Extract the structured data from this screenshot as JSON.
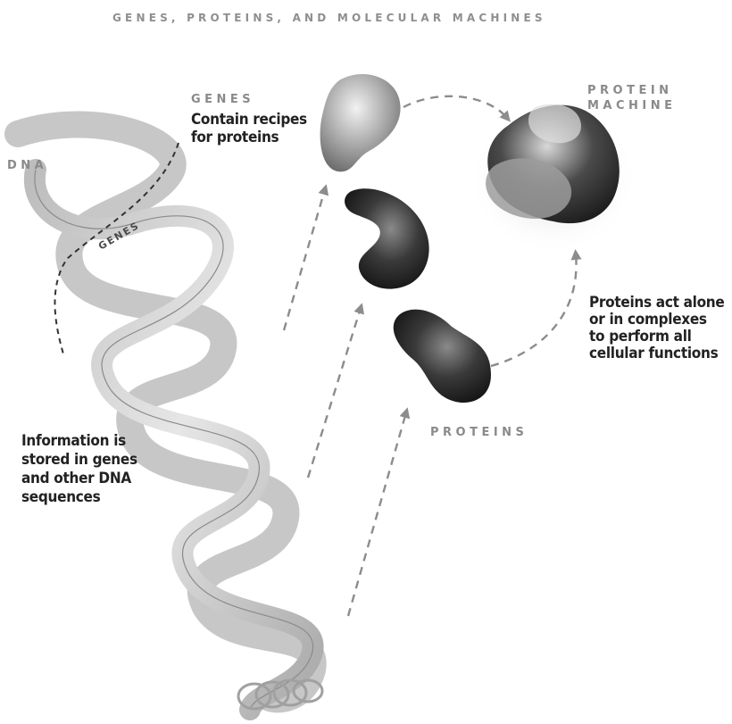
{
  "title": "GENES, PROTEINS, AND MOLECULAR MACHINES",
  "labels": {
    "dna": "DNA",
    "genes_heading": "GENES",
    "genes_desc": [
      "Contain recipes",
      "for proteins"
    ],
    "genes_strand": "GENES",
    "protein_machine": [
      "PROTEIN",
      "MACHINE"
    ],
    "proteins": "PROTEINS",
    "info_desc": [
      "Information is",
      "stored in genes",
      "and other DNA",
      "sequences"
    ],
    "proteins_desc": [
      "Proteins act alone",
      "or in complexes",
      "to perform all",
      "cellular functions"
    ]
  },
  "colors": {
    "caps_label": "#8a8a8a",
    "body_text": "#222222",
    "arrow": "#8c8c8c",
    "dna_ribbon": "#c9c9c9"
  }
}
